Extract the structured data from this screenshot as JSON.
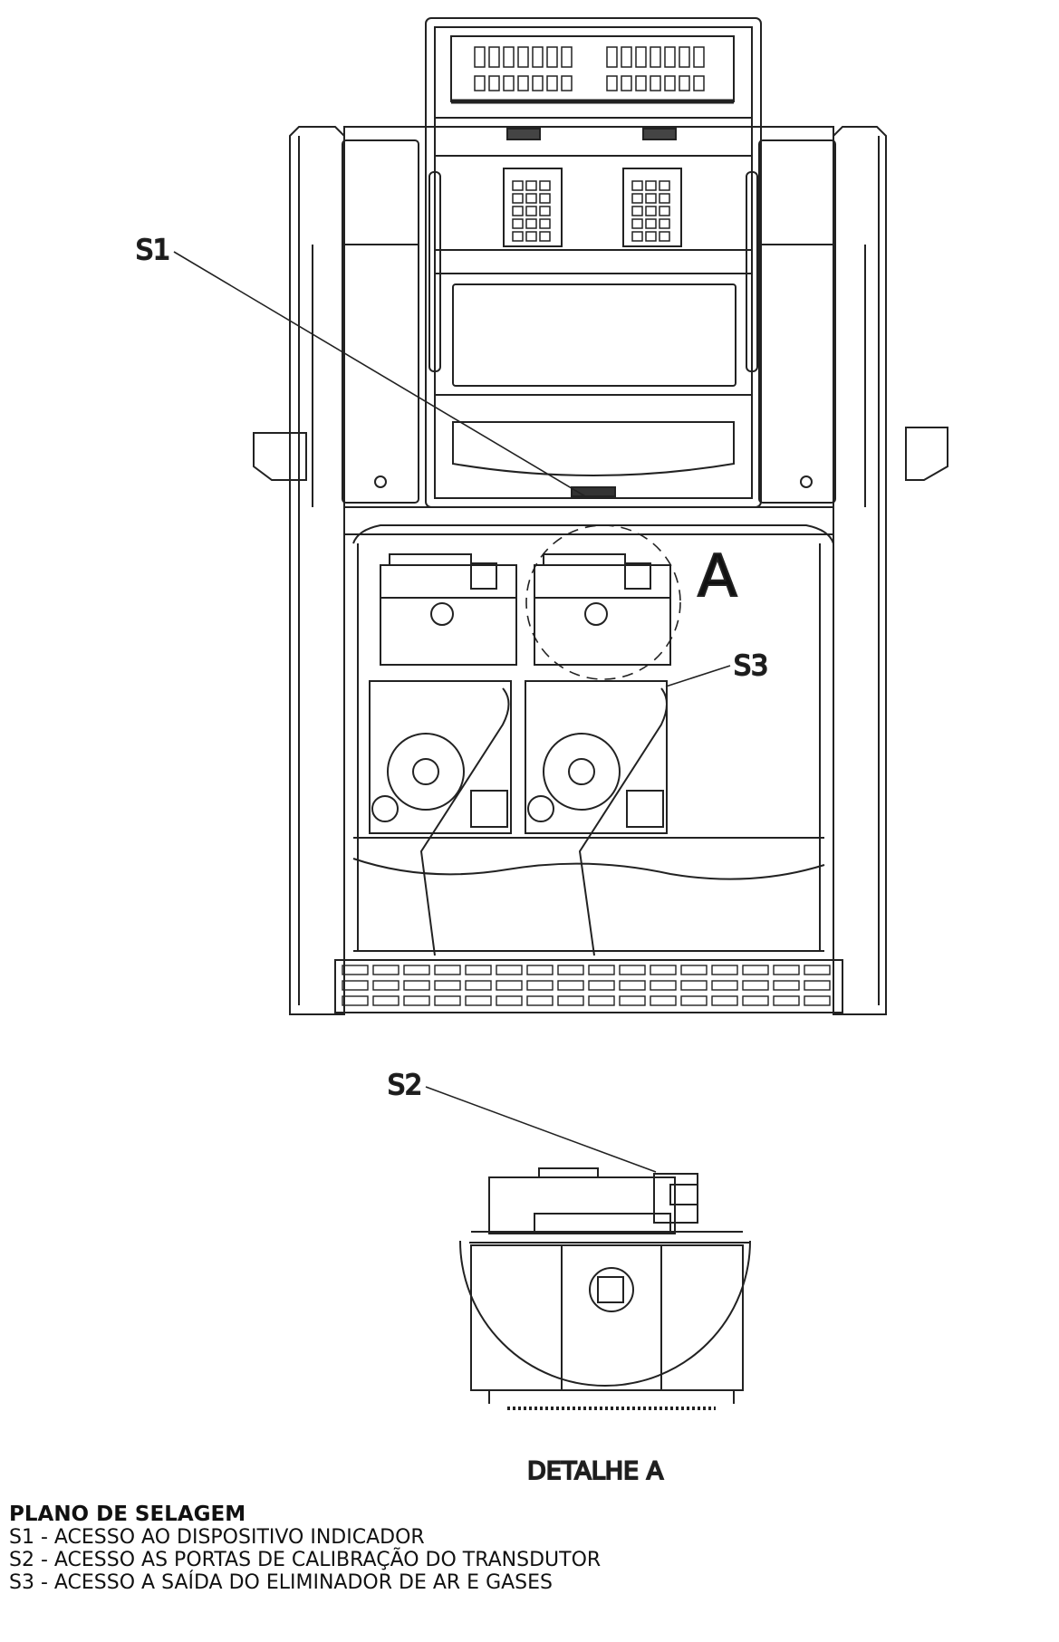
{
  "labels": {
    "s1": "S1",
    "s2": "S2",
    "s3": "S3",
    "detail_marker": "A",
    "detail_caption": "DETALHE A"
  },
  "legend": {
    "title": "PLANO DE SELAGEM",
    "items": [
      "S1 - ACESSO AO DISPOSITIVO INDICADOR",
      "S2 - ACESSO AS PORTAS DE CALIBRAÇÃO DO TRANSDUTOR",
      "S3 - ACESSO A SAÍDA DO ELIMINADOR DE AR E GASES"
    ]
  }
}
